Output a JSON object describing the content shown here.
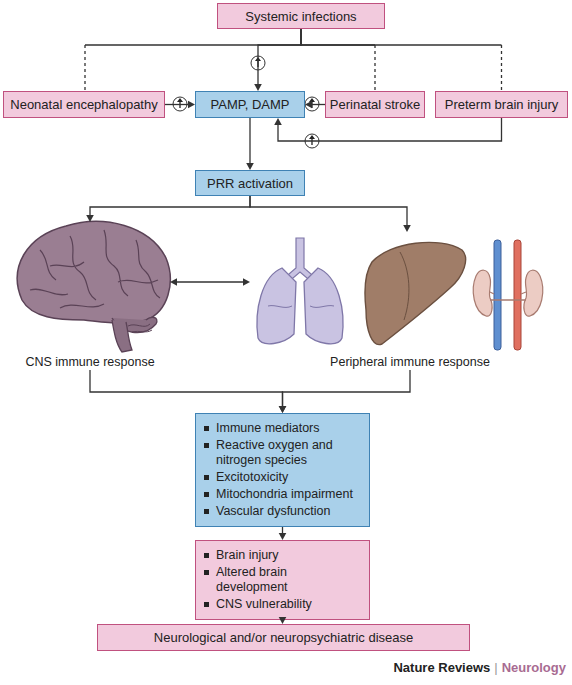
{
  "diagram": {
    "nodes": [
      {
        "text": [
          "Systemic infections"
        ]
      },
      {
        "text": [
          "Neonatal encephalopathy"
        ]
      },
      {
        "text": [
          "PAMP, DAMP"
        ]
      },
      {
        "text": [
          "Perinatal stroke"
        ]
      },
      {
        "text": [
          "Preterm brain injury"
        ]
      },
      {
        "text": [
          "PRR activation"
        ]
      },
      {
        "text": [
          "CNS immune response"
        ]
      },
      {
        "text": [
          "Peripheral immune response"
        ]
      },
      {
        "text": [
          "Immune mediators",
          "Reactive oxygen and nitrogen species",
          "Excitotoxicity",
          "Mitochondria impairment",
          "Vascular dysfunction"
        ]
      },
      {
        "text": [
          "Brain injury",
          "Altered brain development",
          "CNS vulnerability"
        ]
      },
      {
        "text": [
          "Neurological and/or neuropsychiatric disease"
        ]
      }
    ],
    "edges": [
      {
        "from": 0,
        "to": 2,
        "arrow": "to"
      },
      {
        "from": 0,
        "to": 1,
        "arrow": "none"
      },
      {
        "from": 0,
        "to": 3,
        "arrow": "none"
      },
      {
        "from": 0,
        "to": 4,
        "arrow": "none"
      },
      {
        "from": 1,
        "to": 2,
        "arrow": "to"
      },
      {
        "from": 3,
        "to": 2,
        "arrow": "to"
      },
      {
        "from": 4,
        "to": 2,
        "arrow": "to"
      },
      {
        "from": 2,
        "to": 5,
        "arrow": "to"
      },
      {
        "from": 5,
        "to": 6,
        "arrow": "to"
      },
      {
        "from": 5,
        "to": 7,
        "arrow": "to"
      },
      {
        "from": 6,
        "to": 7,
        "arrow": "both"
      },
      {
        "from": 6,
        "to": 8,
        "arrow": "to"
      },
      {
        "from": 7,
        "to": 8,
        "arrow": "to"
      },
      {
        "from": 8,
        "to": 9,
        "arrow": "to"
      },
      {
        "from": 9,
        "to": 10,
        "arrow": "to"
      }
    ],
    "labels": [
      "Nature Reviews",
      "|",
      "Neurology"
    ]
  }
}
